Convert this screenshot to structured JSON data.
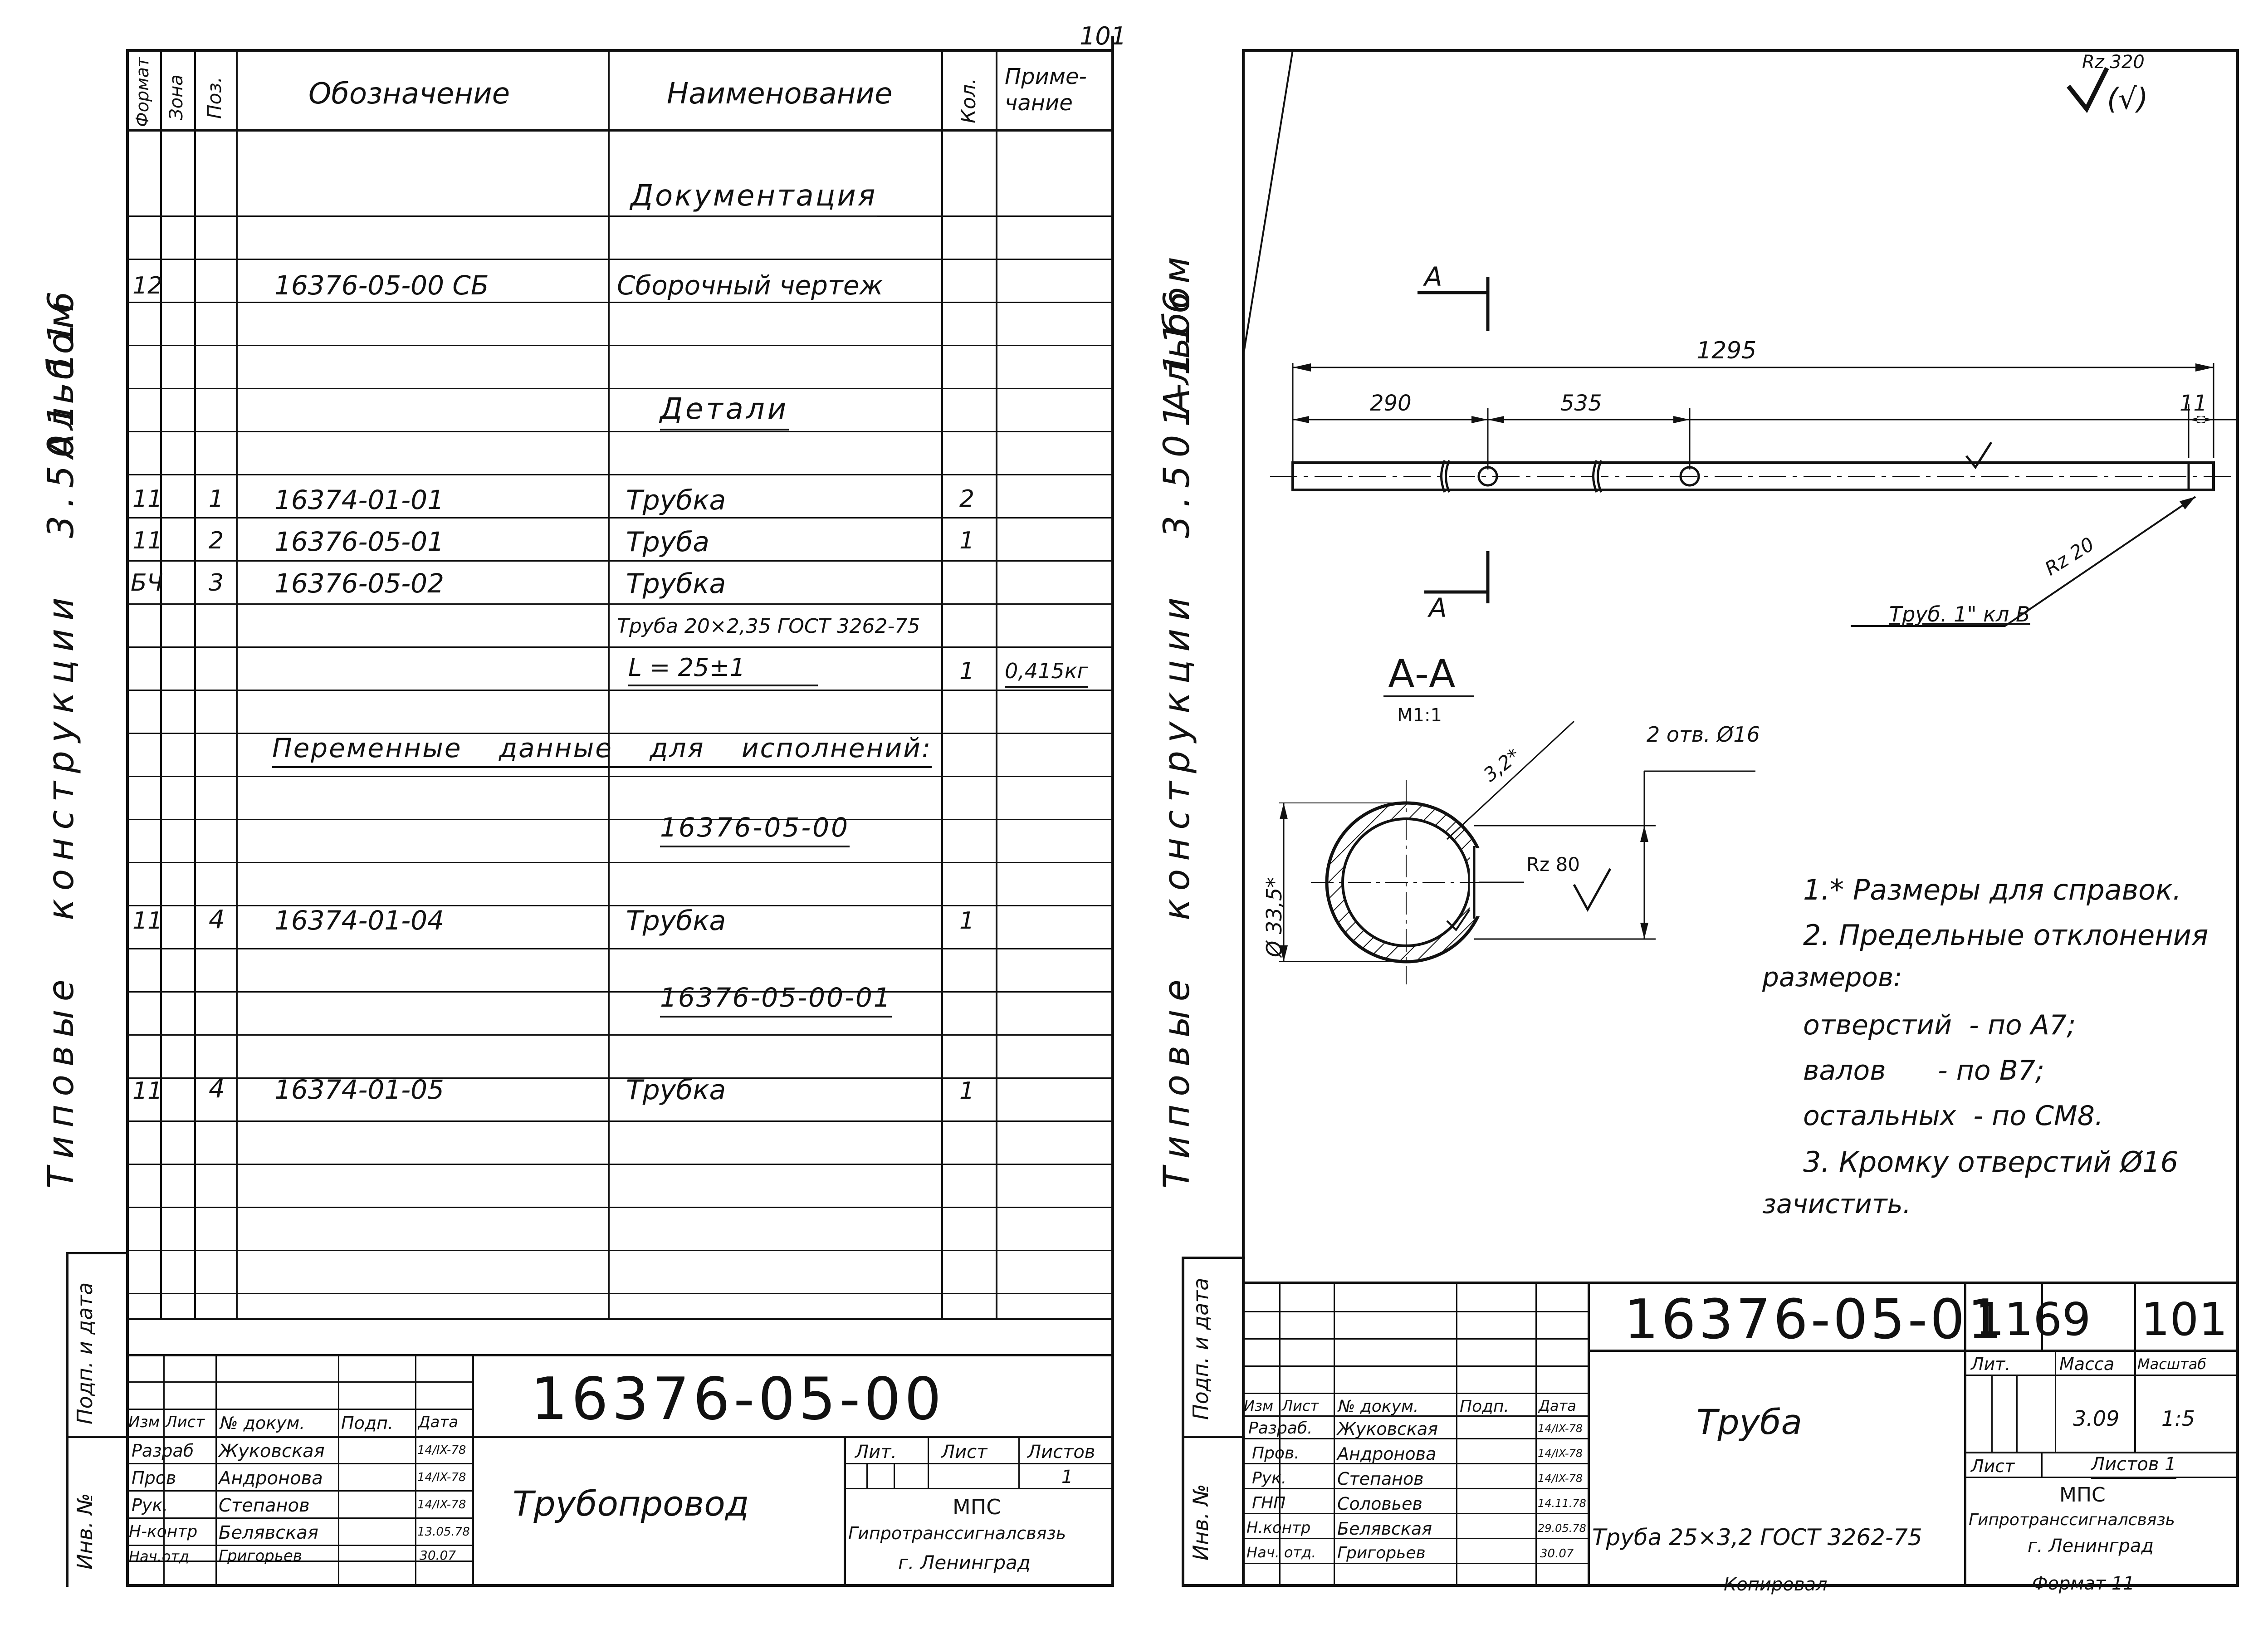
{
  "top_sheet_number": "101",
  "side_text": {
    "series_left": "Типовые конструкции 3.501-116",
    "album_left": "Альбом",
    "series_right": "Типовые конструкции 3.501-116",
    "album_right": "Альбом"
  },
  "spec": {
    "headers": {
      "format": "Формат",
      "zone": "Зона",
      "pos": "Поз.",
      "designation": "Обозначение",
      "name": "Наименование",
      "qty": "Кол.",
      "note": "Приме-чание"
    },
    "section_docs": "Документация",
    "rows_docs": [
      {
        "format": "12",
        "designation": "16376-05-00 СБ",
        "name": "Сборочный чертеж"
      }
    ],
    "section_parts": "Детали",
    "rows_parts": [
      {
        "format": "11",
        "pos": "1",
        "designation": "16374-01-01",
        "name": "Трубка",
        "qty": "2"
      },
      {
        "format": "11",
        "pos": "2",
        "designation": "16376-05-01",
        "name": "Труба",
        "qty": "1"
      },
      {
        "format": "БЧ",
        "pos": "3",
        "designation": "16376-05-02",
        "name": "Трубка",
        "qty": ""
      }
    ],
    "material_line": "Труба 20×2,35 ГОСТ 3262-75",
    "length_line": "L = 25±1",
    "length_qty": "1",
    "length_note": "0,415кг",
    "variable_header": "Переменные данные для исполнений:",
    "variant_1": "16376-05-00",
    "variant_1_row": {
      "format": "11",
      "pos": "4",
      "designation": "16374-01-04",
      "name": "Трубка",
      "qty": "1"
    },
    "variant_2": "16376-05-00-01",
    "variant_2_row": {
      "format": "11",
      "pos": "4",
      "designation": "16374-01-05",
      "name": "Трубка",
      "qty": "1"
    }
  },
  "left_title_block": {
    "designation": "16376-05-00",
    "title": "Трубопровод",
    "col_heads": [
      "Изм",
      "Лист",
      "№ докум.",
      "Подп.",
      "Дата"
    ],
    "roles": [
      {
        "role": "Разраб",
        "name": "Жуковская",
        "date": "14/IX-78"
      },
      {
        "role": "Пров",
        "name": "Андронова",
        "date": "14/IX-78"
      },
      {
        "role": "Рук.",
        "name": "Степанов",
        "date": "14/IX-78"
      },
      {
        "role": "Н-контр",
        "name": "Белявская",
        "date": "13.05.78"
      },
      {
        "role": "Нач.отд",
        "name": "Григорьев",
        "date": "30.07"
      }
    ],
    "lit": "Лит.",
    "sheet": "Лист",
    "sheets": "Листов",
    "sheets_value": "1",
    "org": "МПС",
    "org2": "Гипротранссигналсвязь",
    "city": "г. Ленинград",
    "side_sign": "Подп. и дата",
    "side_inv": "Инв. №"
  },
  "drawing": {
    "roughness_general": "Rz 320",
    "roughness_paren": "(√)",
    "section_mark": "А",
    "dim_total": "1295",
    "dim_290": "290",
    "dim_535": "535",
    "dim_11": "11",
    "roughness_end": "Rz 20",
    "pipe_callout": "Труб. 1\" кл В",
    "section_title": "А-А",
    "section_scale": "М1:1",
    "wall_dim": "3,2*",
    "holes_note": "2 отв. Ø16",
    "diam_dim": "Ø 33,5*",
    "roughness_hole": "Rz 80",
    "notes": [
      "1.* Размеры для справок.",
      "2. Предельные отклонения",
      "размеров:",
      "отверстий  - по А7;",
      "валов      - по В7;",
      "остальных  - по СМ8.",
      "3. Кромку отверстий Ø16",
      "зачистить."
    ]
  },
  "right_title_block": {
    "designation": "16376-05-01",
    "code1": "1169",
    "code2": "101",
    "title": "Труба",
    "material": "Труба 25×3,2 ГОСТ 3262-75",
    "lit": "Лит.",
    "mass": "Масса",
    "scale": "Масштаб",
    "mass_value": "3.09",
    "scale_value": "1:5",
    "sheet": "Лист",
    "sheets": "Листов 1",
    "org": "МПС",
    "org2": "Гипротранссигналсвязь",
    "city": "г. Ленинград",
    "col_heads": [
      "Изм",
      "Лист",
      "№ докум.",
      "Подп.",
      "Дата"
    ],
    "roles": [
      {
        "role": "Разраб.",
        "name": "Жуковская",
        "date": "14/IX-78"
      },
      {
        "role": "Пров.",
        "name": "Андронова",
        "date": "14/IX-78"
      },
      {
        "role": "Рук.",
        "name": "Степанов",
        "date": "14/IX-78"
      },
      {
        "role": "ГНП",
        "name": "Соловьев",
        "date": "14.11.78"
      },
      {
        "role": "Н.контр",
        "name": "Белявская",
        "date": "29.05.78"
      },
      {
        "role": "Нач. отд.",
        "name": "Григорьев",
        "date": "30.07"
      }
    ],
    "copied": "Копировал",
    "format": "Формат 11",
    "side_sign": "Подп. и дата",
    "side_inv": "Инв. №"
  }
}
